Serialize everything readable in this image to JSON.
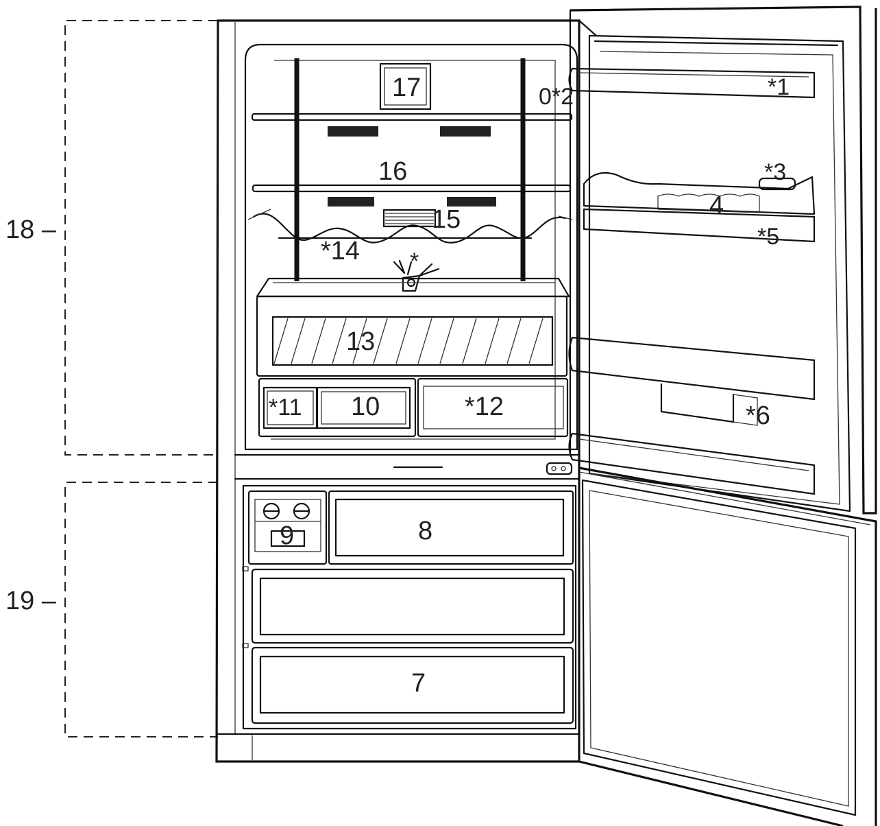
{
  "labels": {
    "door_shelf_top": "*1",
    "light": "0*2",
    "egg_tray_lid": "*3",
    "egg_tray": "4",
    "door_shelf_mid": "*5",
    "bottle_holder": "*6",
    "freezer_drawer_bottom": "7",
    "freezer_drawer_top": "8",
    "ice_maker": "9",
    "drawer_10": "10",
    "drawer_11": "*11",
    "drawer_12": "*12",
    "crisper": "13",
    "wine_rack": "*14",
    "vent": "15",
    "shelves": "16",
    "control_panel": "17",
    "bracket": "*",
    "fridge_section": "18 –",
    "freezer_section": "19 –"
  }
}
